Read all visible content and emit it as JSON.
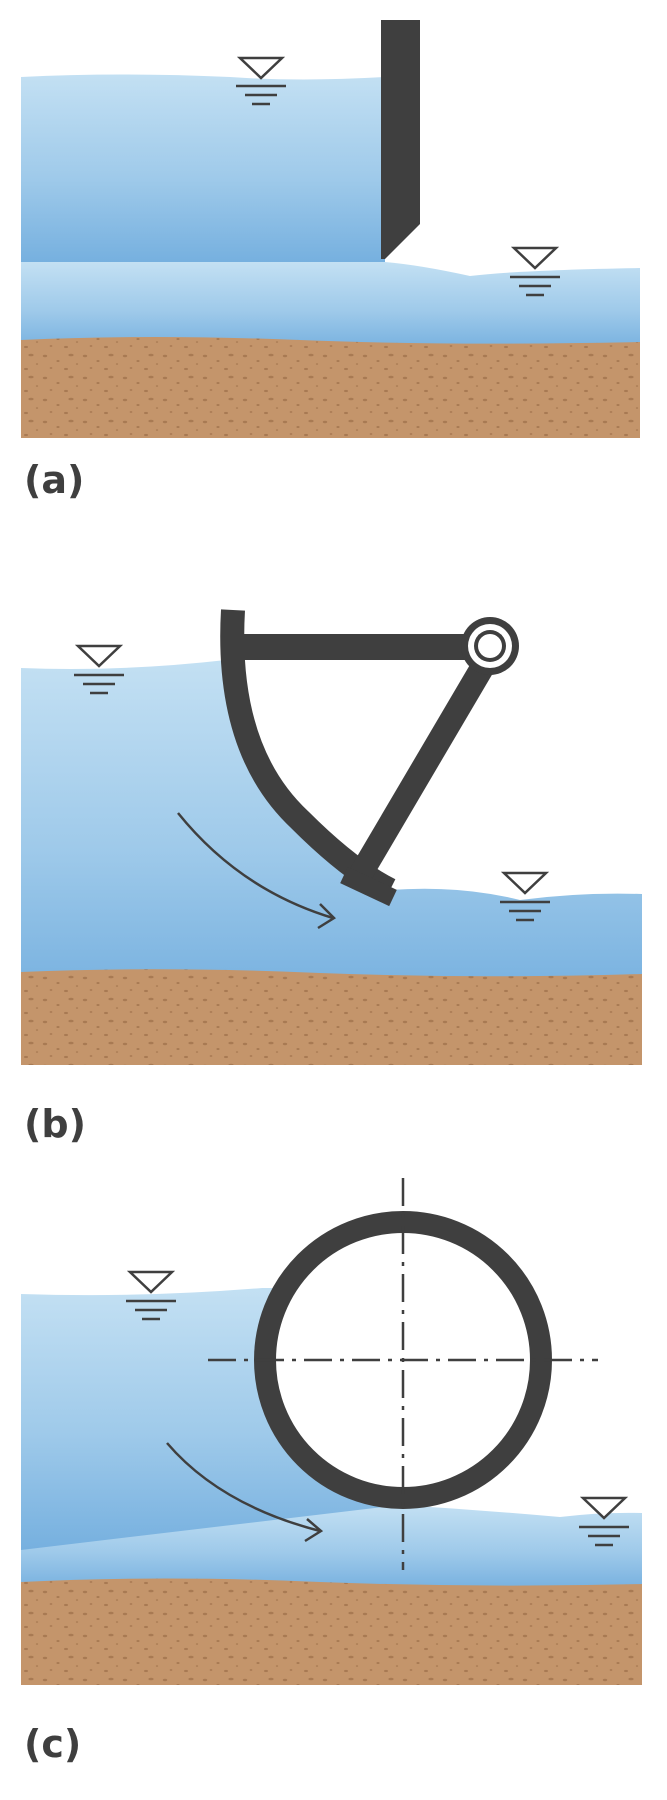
{
  "panels": [
    {
      "id": "a",
      "label": "(a)",
      "gate": "sluice-gate"
    },
    {
      "id": "b",
      "label": "(b)",
      "gate": "radial-gate"
    },
    {
      "id": "c",
      "label": "(c)",
      "gate": "drum-gate"
    }
  ],
  "colors": {
    "water_top": "#bcdcf1",
    "water_bottom": "#7fb5e0",
    "ground": "#c4956b",
    "ground_specks": "#a87a53",
    "gate": "#3f3f3f",
    "label": "#3f3f3f"
  },
  "icons": [
    "water-level-icon",
    "flow-arrow-icon",
    "hinge-icon",
    "centerline-icon"
  ]
}
